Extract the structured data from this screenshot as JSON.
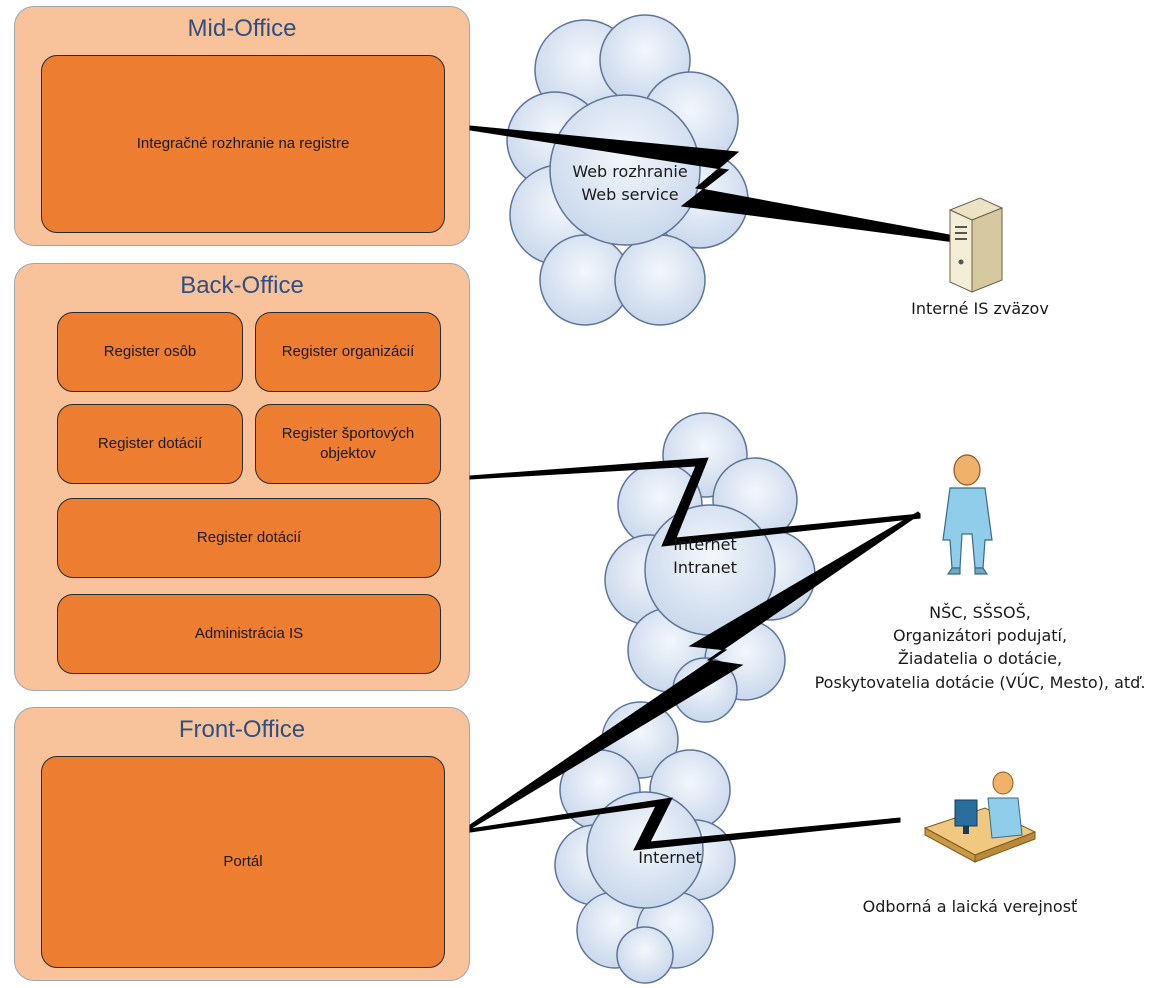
{
  "mid_office": {
    "title": "Mid-Office",
    "integration": "Integračné rozhranie na registre"
  },
  "back_office": {
    "title": "Back-Office",
    "persons": "Register osôb",
    "organizations": "Register organizácií",
    "subsidies_small": "Register dotácií",
    "sports_objects": "Register športových objektov",
    "subsidies_wide": "Register dotácií",
    "administration": "Administrácia IS"
  },
  "front_office": {
    "title": "Front-Office",
    "portal": "Portál"
  },
  "clouds": {
    "web": "Web rozhranie\nWeb service",
    "internet_intranet": "Internet\nIntranet",
    "internet": "Internet"
  },
  "actors": {
    "server": "Interné IS zväzov",
    "users": "NŠC, SŠSOŠ,\nOrganizátori podujatí,\nŽiadatelia o dotácie,\nPoskytovatelia dotácie (VÚC, Mesto), atď.",
    "public": "Odborná a laická verejnosť"
  },
  "colors": {
    "group_fill": "#f8c39a",
    "box_fill": "#ed7d31",
    "title_text": "#2f4f82",
    "cloud_fill": "#d9e4f2"
  }
}
